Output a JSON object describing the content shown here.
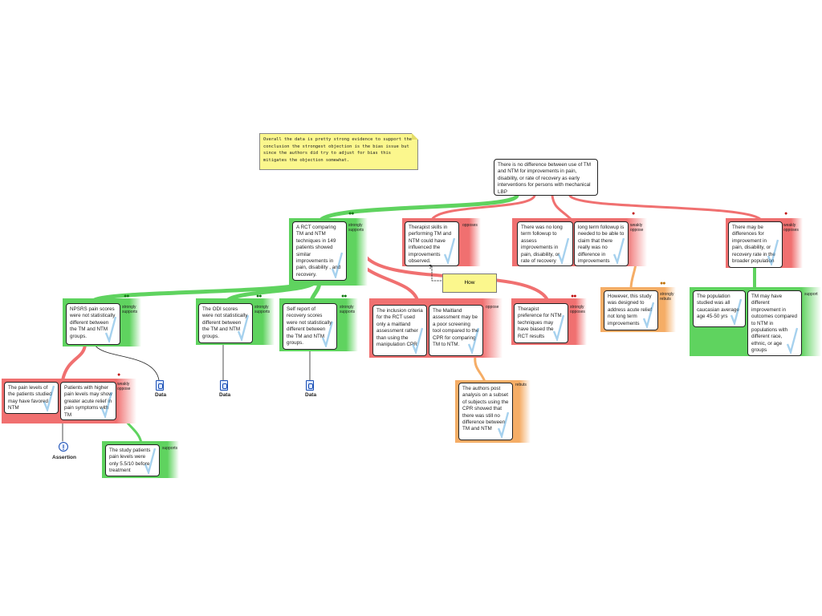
{
  "note": "Overall the data is pretty strong evidence to support the conclusion the strongest objection is the bias issue but since the authors did try to adjust for bias this mitigates the objection somewhat.",
  "how_note": "How",
  "main_claim": "There is no difference between use of TM and NTM for improvements in pain, disability, or rate of recovery as early interventions for persons with mechanical LBP",
  "reasons": {
    "rct": {
      "text": "A RCT comparing TM and NTM techniques in 149 patients showed similar improvements in pain, disability , and recovery.",
      "label": "strongly supports"
    },
    "skills": {
      "text": "Therapist skills in performing TM and NTM could have influenced the improvements observed.",
      "label": "opposes"
    },
    "followup": {
      "text_a": "There was no long term followup to assess improvements in pain, disability, or rate of recovery",
      "text_b": "long term followup is needed to be able to claim that there really was no difference in improvements",
      "label": "weakly oppose"
    },
    "rebut_short": {
      "text": "However, this study was designed to address acute relief not long term improvements",
      "label": "strongly rebuts"
    },
    "pop": {
      "text": "There may be differences for improvement in pain, disability, or recovery rate in the broader population",
      "label": "weakly opposes"
    },
    "pop_support": {
      "text_a": "The population studied was all caucasian average age 45-50 yrs",
      "text_b": "TM may have different improvement in outcomes compared to NTM in populations with different race, ethnic, or age groups",
      "label": "support"
    },
    "npsrs": {
      "text": "NPSRS pain scores were not statistically different between the TM and NTM groups.",
      "label": "strongly supports"
    },
    "odi": {
      "text": "The ODI scores were not statistically different between the TM and NTM groups.",
      "label": "strongly supports"
    },
    "selfreport": {
      "text": "Self report of recovery scores were not statistically different between the TM and NTM groups.",
      "label": "strongly supports"
    },
    "criteria": {
      "text_a": "The inclusion criteria for the RCT used only a maitland assessment rather than using the manipulation CPR",
      "text_b": "The Maitland assessment  may be a poor screening tool compared to the CPR for comparing TM to NTM.",
      "label": "oppose"
    },
    "post_hoc": {
      "text": "The authors post analysis on a subset of subjects using the CPR showed that there was still no difference between TM and NTM",
      "label": "rebuts"
    },
    "preference": {
      "text": "Therapist preference for NTM techniques  may have biased the RCT results",
      "label": "strongly opposes"
    },
    "pain_levels": {
      "text_a": "The pain levels of the patients studied may have favored NTM",
      "text_b": "Patients with higher pain  levels may show greater acute relief in pain symptoms with TM",
      "label": "weakly oppose"
    },
    "pain_support": {
      "text": "The study patients pain levels were only 5.5/10 before treatment",
      "label": "supports"
    }
  },
  "icons": {
    "data1": "Data",
    "data2": "Data",
    "data3": "Data",
    "assertion": "Assertion"
  },
  "colors": {
    "support": "#5fd35f",
    "oppose": "#f07070",
    "rebut": "#f5ad66",
    "note": "#fbf78d"
  }
}
